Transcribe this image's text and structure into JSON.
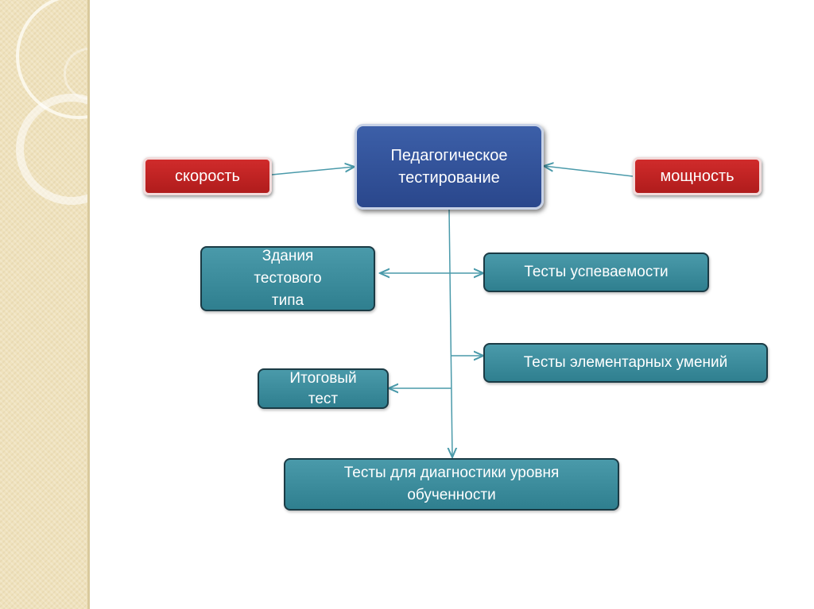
{
  "diagram": {
    "center": "Педагогическое тестирование",
    "left_attribute": "скорость",
    "right_attribute": "мощность",
    "items": {
      "zdaniya": "Здания тестового типа",
      "uspevaemosti": "Тесты успеваемости",
      "elementarnykh": "Тесты элементарных умений",
      "itogovyi": "Итоговый тест",
      "diagnostiki": "Тесты для диагностики уровня обученности"
    }
  },
  "colors": {
    "center_fill": "#2f4d92",
    "attribute_fill": "#c02222",
    "item_fill": "#3a8a9a",
    "item_border": "#1b3b45",
    "connector": "#4a9aaa",
    "sidebar": "#efe2bd"
  }
}
